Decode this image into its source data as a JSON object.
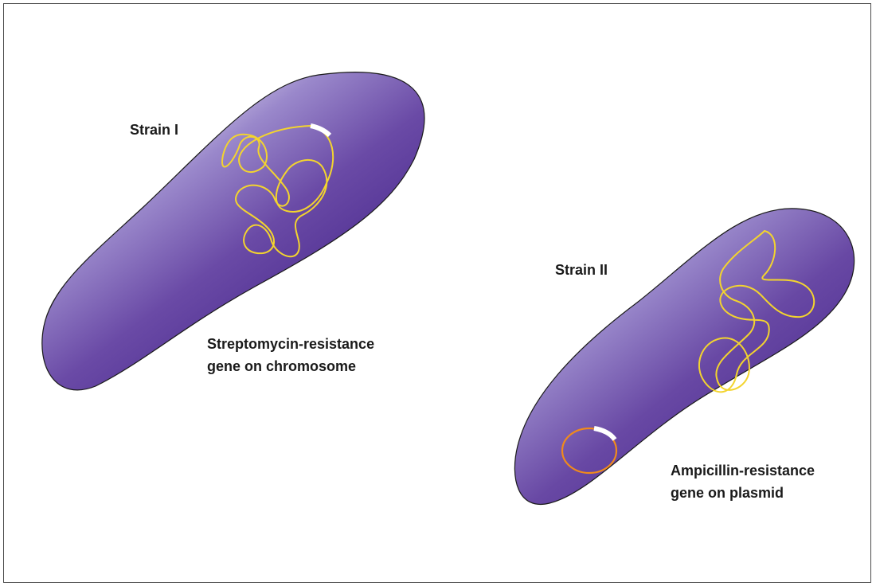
{
  "strain1": {
    "label": "Strain I",
    "gene_line1": "Streptomycin-resistance",
    "gene_line2": "gene on chromosome",
    "dna_color": "#f3d42e",
    "marker_color": "#ffffff"
  },
  "strain2": {
    "label": "Strain II",
    "gene_line1": "Ampicillin-resistance",
    "gene_line2": "gene on plasmid",
    "dna_color": "#f3d42e",
    "plasmid_color": "#f08a1c",
    "marker_color": "#ffffff"
  },
  "colors": {
    "cell_light": "#d9d3ec",
    "cell_mid": "#8b78c2",
    "cell_dark": "#5a3a9a",
    "outline": "#1a1a1a"
  }
}
